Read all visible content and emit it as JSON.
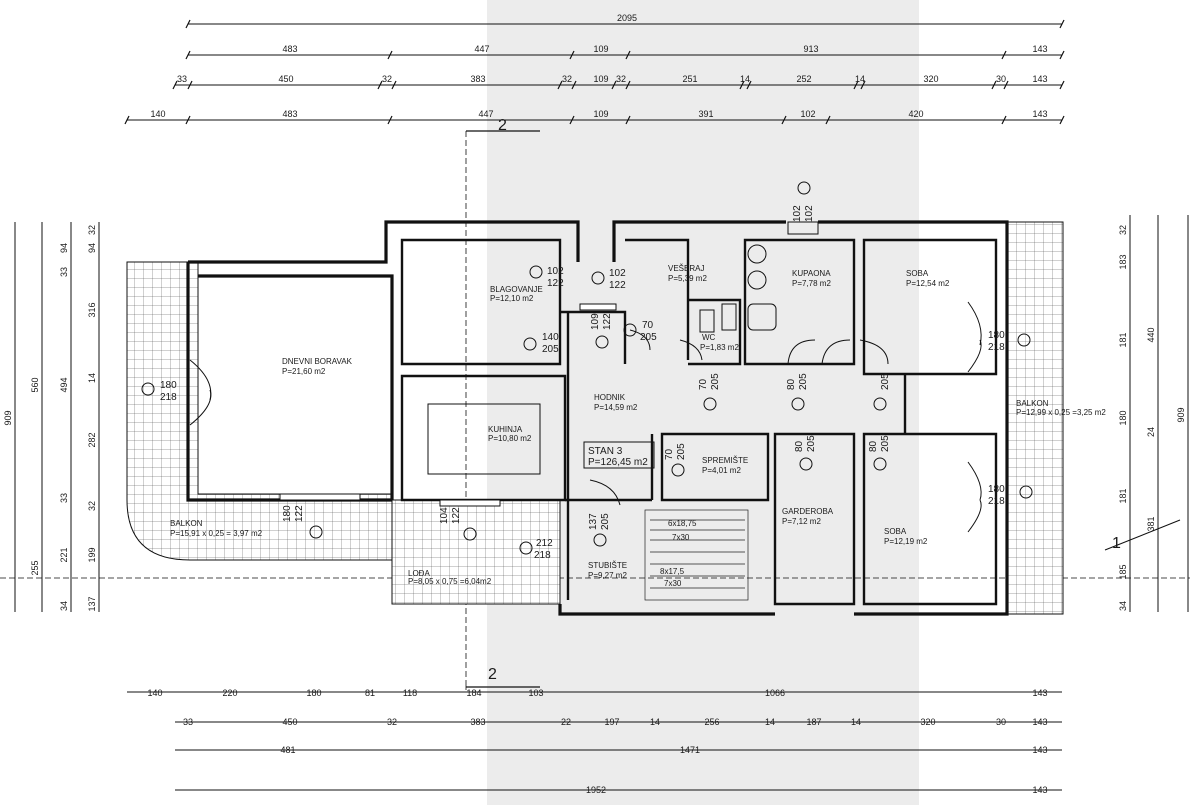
{
  "plan": {
    "stan_label": "STAN 3",
    "stan_area": "P=126,45 m2",
    "axis_labels": [
      "2",
      "2",
      "1"
    ],
    "rooms": [
      {
        "name": "DNEVNI BORAVAK",
        "area": "P=21,60 m2"
      },
      {
        "name": "BLAGOVANJE",
        "area": "P=12,10 m2"
      },
      {
        "name": "KUHINJA",
        "area": "P=10,80 m2"
      },
      {
        "name": "VEŠERAJ",
        "area": "P=5,39 m2"
      },
      {
        "name": "KUPAONA",
        "area": "P=7,78 m2"
      },
      {
        "name": "SOBA",
        "area": "P=12,54 m2"
      },
      {
        "name": "WC",
        "area": "P=1,83 m2"
      },
      {
        "name": "HODNIK",
        "area": "P=14,59 m2"
      },
      {
        "name": "SPREMIŠTE",
        "area": "P=4,01 m2"
      },
      {
        "name": "GARDEROBA",
        "area": "P=7,12 m2"
      },
      {
        "name": "SOBA",
        "area": "P=12,19 m2"
      },
      {
        "name": "STUBIŠTE",
        "area": "P=9,27 m2"
      },
      {
        "name": "BALKON",
        "area": "P=15,91 x 0,25 = 3,97 m2"
      },
      {
        "name": "LOĐA",
        "area": "P=8,05 x 0,75 =6,04m2"
      },
      {
        "name": "BALKON",
        "area": "P=12,99 x 0,25 =3,25 m2"
      }
    ],
    "stairs": [
      {
        "line1": "6x18,75",
        "line2": "7x30"
      },
      {
        "line1": "8x17,5",
        "line2": "7x30"
      }
    ],
    "openings": [
      {
        "w": "180",
        "h": "218"
      },
      {
        "w": "102",
        "h": "122"
      },
      {
        "w": "102",
        "h": "122"
      },
      {
        "w": "140",
        "h": "205"
      },
      {
        "w": "109",
        "h": "122"
      },
      {
        "w": "70",
        "h": "205"
      },
      {
        "w": "70",
        "h": "205"
      },
      {
        "w": "80",
        "h": "205"
      },
      {
        "w": "205",
        "h": ""
      },
      {
        "w": "102",
        "h": "102"
      },
      {
        "w": "180",
        "h": "218"
      },
      {
        "w": "180",
        "h": "218"
      },
      {
        "w": "70",
        "h": "205"
      },
      {
        "w": "80",
        "h": "205"
      },
      {
        "w": "80",
        "h": "205"
      },
      {
        "w": "180",
        "h": "122"
      },
      {
        "w": "104",
        "h": "122"
      },
      {
        "w": "212",
        "h": "218"
      },
      {
        "w": "137",
        "h": "205"
      }
    ],
    "dim_top": [
      [
        "2095"
      ],
      [
        "483",
        "447",
        "109",
        "913",
        "143"
      ],
      [
        "33",
        "450",
        "32",
        "383",
        "32",
        "109",
        "32",
        "251",
        "14",
        "252",
        "14",
        "320",
        "30",
        "143"
      ],
      [
        "140",
        "483",
        "447",
        "109",
        "391",
        "102",
        "420",
        "143"
      ]
    ],
    "dim_bottom": [
      [
        "140",
        "220",
        "180",
        "81",
        "118",
        "184",
        "103",
        "1066",
        "143"
      ],
      [
        "33",
        "450",
        "32",
        "383",
        "22",
        "197",
        "14",
        "256",
        "14",
        "187",
        "14",
        "320",
        "30",
        "143"
      ],
      [
        "481",
        "1471",
        "143"
      ],
      [
        "1952",
        "143"
      ]
    ],
    "dim_left": [
      [
        "909"
      ],
      [
        "560",
        "255"
      ],
      [
        "94",
        "33",
        "494",
        "33",
        "221",
        "34"
      ],
      [
        "32",
        "94",
        "316",
        "14",
        "282",
        "32",
        "199",
        "137"
      ]
    ],
    "dim_right": [
      [
        "32",
        "183",
        "181",
        "180",
        "181",
        "185",
        "34"
      ],
      [
        "440",
        "24",
        "381"
      ],
      [
        "909"
      ]
    ]
  }
}
